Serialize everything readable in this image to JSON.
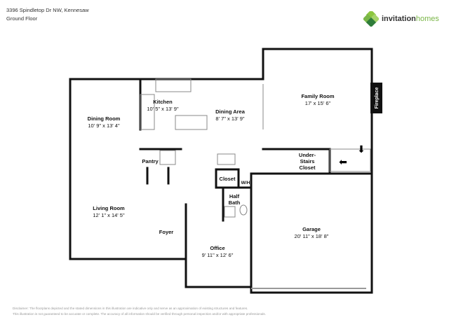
{
  "header": {
    "address": "3396 Spindletop Dr NW, Kennesaw",
    "floor": "Ground Floor"
  },
  "logo": {
    "brand_a": "invitation",
    "brand_b": "homes",
    "colors": {
      "dark": "#3a8a3a",
      "light": "#7ab648"
    }
  },
  "rooms": [
    {
      "name": "Dining Room",
      "dims": "10' 9\" x 13' 4\""
    },
    {
      "name": "Kitchen",
      "dims": "10' 5\" x 13' 9\""
    },
    {
      "name": "Dining Area",
      "dims": "8' 7\" x 13' 9\""
    },
    {
      "name": "Family Room",
      "dims": "17' x 15' 6\""
    },
    {
      "name": "Living Room",
      "dims": "12' 1\" x 14' 5\""
    },
    {
      "name": "Office",
      "dims": "9' 11\" x 12' 6\""
    },
    {
      "name": "Garage",
      "dims": "20' 11\" x 18' 8\""
    }
  ],
  "labels": {
    "fireplace": "Fireplace",
    "pantry": "Pantry",
    "closet": "Closet",
    "wh": "W/H",
    "half": "Half",
    "bath": "Bath",
    "foyer": "Foyer",
    "under": "Under-",
    "stairs": "Stairs",
    "closet2": "Closet"
  },
  "disclaimer": {
    "line1": "Disclaimer: The floorplans depicted and the stated dimensions in this illustration are indicative only and serve as an approximation of existing structures and features.",
    "line2": "This illustration is not guaranteed to be accurate or complete. The accuracy of all information should be verified through personal inspection and/or with appropriate professionals."
  }
}
